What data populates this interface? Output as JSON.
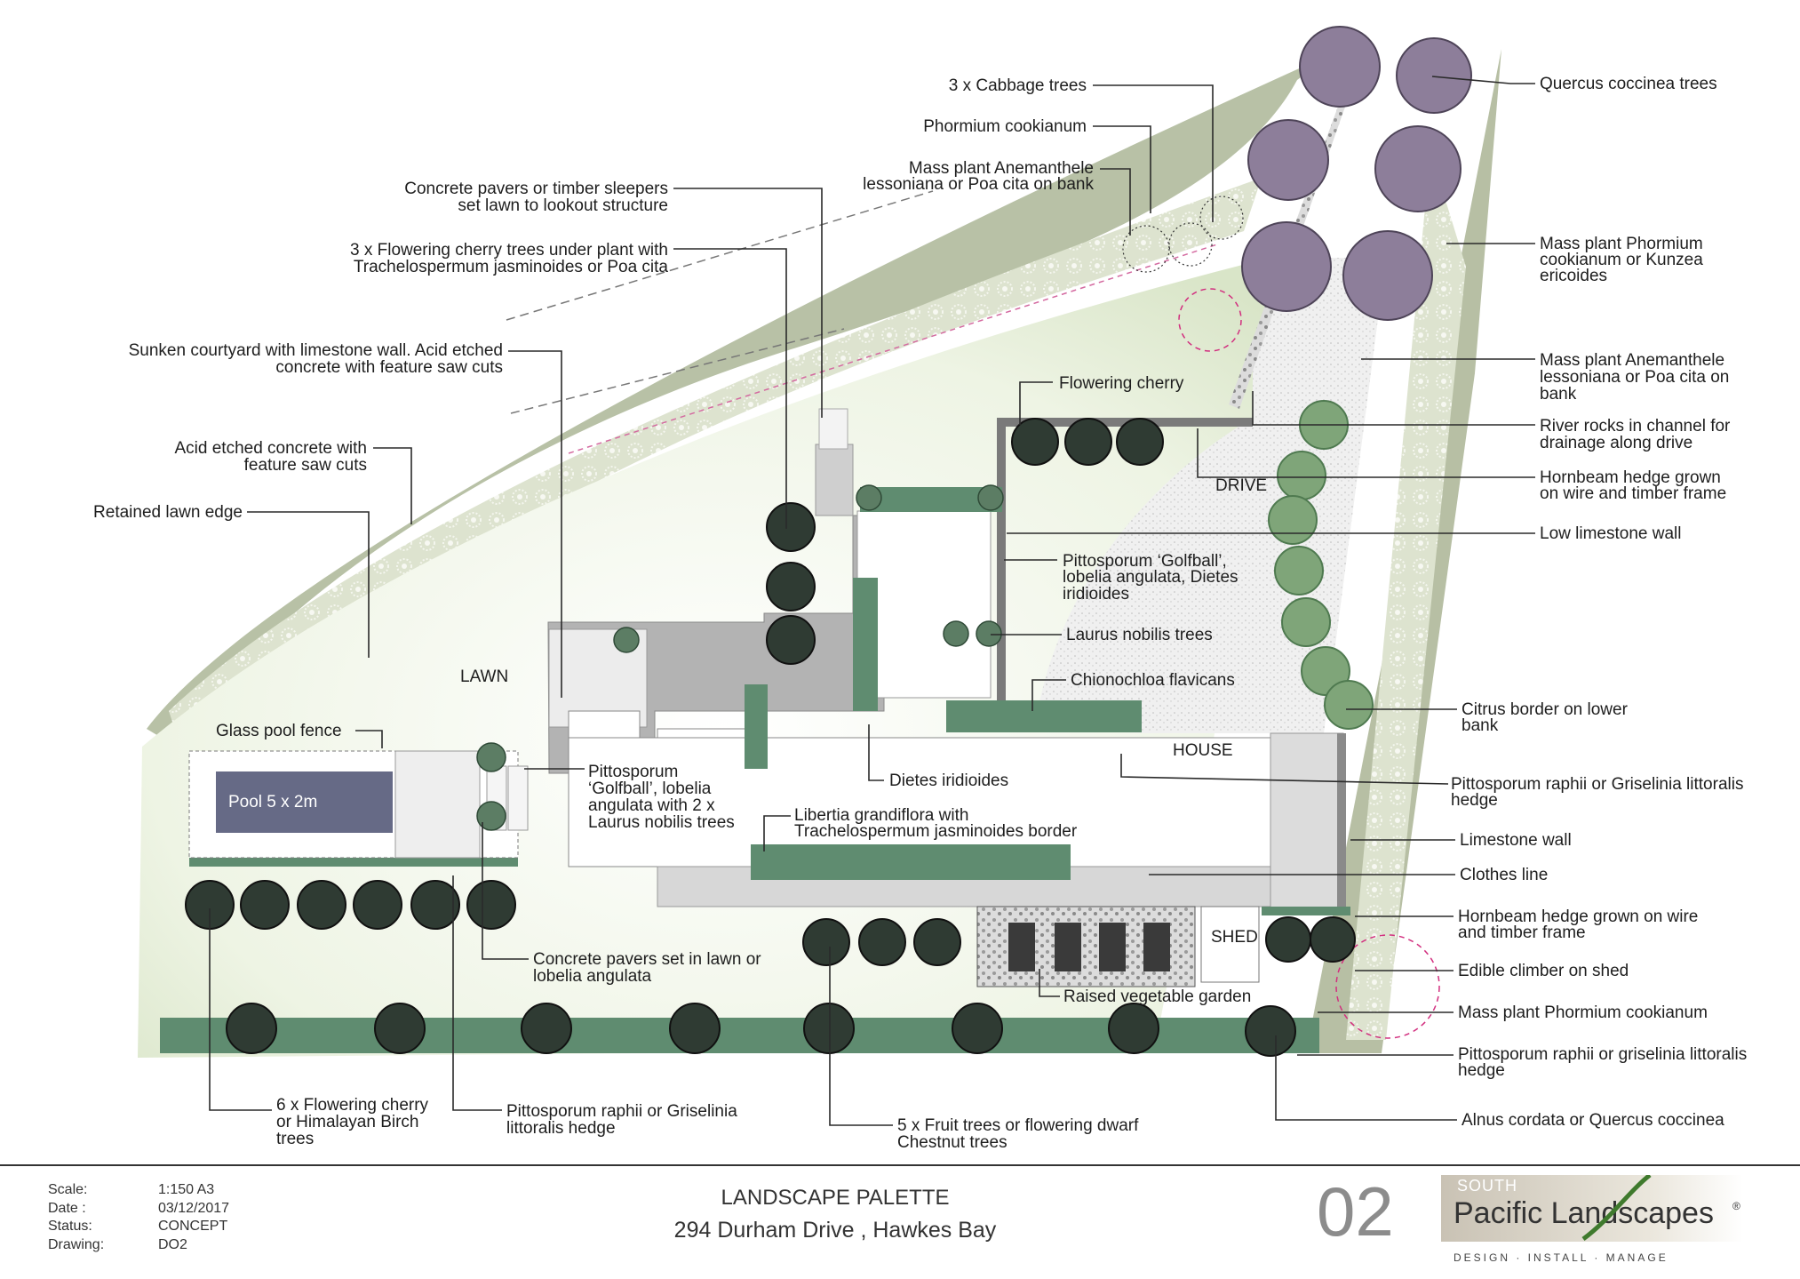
{
  "plan": {
    "site_labels": {
      "lawn": "LAWN",
      "drive": "DRIVE",
      "house": "HOUSE",
      "shed": "SHED",
      "pool": "Pool 5 x 2m"
    },
    "callouts": {
      "cabbage_trees": "3 x Cabbage trees",
      "phormium_cookianum": "Phormium cookianum",
      "mass_anemanthele_1": "Mass plant Anemanthele",
      "mass_anemanthele_2": "lessoniana or Poa cita on bank",
      "pavers_sleepers_1": "Concrete pavers or timber sleepers",
      "pavers_sleepers_2": "set lawn to lookout structure",
      "cherry_underplant_1": "3 x Flowering cherry trees under plant with",
      "cherry_underplant_2": "Trachelospermum jasminoides  or Poa cita",
      "sunken_courtyard_1": "Sunken courtyard with limestone wall. Acid etched",
      "sunken_courtyard_2": "concrete with feature saw cuts",
      "acid_etched_1": "Acid etched concrete with",
      "acid_etched_2": "feature saw cuts",
      "retained_lawn": "Retained lawn edge",
      "flowering_cherry": "Flowering cherry",
      "pittosporum_golfball_r1": "Pittosporum ‘Golfball’,",
      "pittosporum_golfball_r2": "lobelia angulata, Dietes",
      "pittosporum_golfball_r3": "iridioides",
      "laurus_trees": "Laurus nobilis trees",
      "chionochloa": "Chionochloa flavicans",
      "glass_fence": "Glass pool fence",
      "pittosporum_golfball_l1": "Pittosporum",
      "pittosporum_golfball_l2": "‘Golfball’, lobelia",
      "pittosporum_golfball_l3": "angulata with  2 x",
      "pittosporum_golfball_l4": "Laurus nobilis trees",
      "dietes": "Dietes iridioides",
      "libertia_1": "Libertia grandiflora with",
      "libertia_2": "Trachelospermum jasminoides  border",
      "raised_veg": "Raised vegetable garden",
      "pavers_lawn_1": "Concrete pavers set in lawn or",
      "pavers_lawn_2": "lobelia angulata",
      "six_cherry_1": "6 x Flowering cherry",
      "six_cherry_2": "or Himalayan Birch",
      "six_cherry_3": "trees",
      "pitto_hedge_bottom_1": "Pittosporum  raphii or Griselinia",
      "pitto_hedge_bottom_2": "littoralis hedge",
      "fruit_trees_1": "5 x Fruit trees or flowering dwarf",
      "fruit_trees_2": "Chestnut trees",
      "quercus_trees": "Quercus coccinea trees",
      "mass_phormium_kunzea_1": "Mass plant Phormium",
      "mass_phormium_kunzea_2": "cookianum or Kunzea",
      "mass_phormium_kunzea_3": "ericoides",
      "mass_anemanthele_r1": "Mass plant Anemanthele",
      "mass_anemanthele_r2": "lessoniana or Poa cita on",
      "mass_anemanthele_r3": "bank",
      "river_rocks_1": "River rocks in channel  for",
      "river_rocks_2": "drainage along drive",
      "hornbeam_1": "Hornbeam hedge grown",
      "hornbeam_2": "on wire and timber frame",
      "low_limestone": "Low limestone wall",
      "citrus_1": "Citrus border  on lower",
      "citrus_2": "bank",
      "pitto_hedge_right_1": "Pittosporum  raphii or Griselinia littoralis",
      "pitto_hedge_right_2": "hedge",
      "limestone_wall": "Limestone wall",
      "clothes_line": "Clothes line",
      "hornbeam_shed_1": "Hornbeam hedge grown on wire",
      "hornbeam_shed_2": "and timber frame",
      "edible_climber": "Edible climber on shed",
      "mass_phormium": "Mass plant Phormium cookianum",
      "pitto_hedge_br_1": "Pittosporum  raphii or griselinia littoralis",
      "pitto_hedge_br_2": "hedge",
      "alnus": "Alnus cordata or Quercus coccinea"
    }
  },
  "title_block": {
    "scale_label": "Scale:",
    "scale_value": "1:150 A3",
    "date_label": "Date :",
    "date_value": "03/12/2017",
    "status_label": "Status:",
    "status_value": "CONCEPT",
    "drawing_label": "Drawing:",
    "drawing_value": "DO2",
    "title": "LANDSCAPE PALETTE",
    "address": "294 Durham Drive , Hawkes Bay",
    "sheet_number": "02"
  },
  "logo": {
    "line1": "SOUTH",
    "line2": "Pacific Landscapes",
    "registered": "®",
    "tagline": "DESIGN  ·  INSTALL  ·  MANAGE"
  },
  "colors": {
    "bank": "#b8c1a6",
    "lawn": "#e6efd9",
    "tree_dark": "#2f3b33",
    "tree_purple": "#8d7e9a",
    "tree_green": "#7fa579",
    "hedge": "#5f8c70",
    "paving": "#b7b7b7",
    "drive": "#e3e3e3",
    "pool": "#666a86"
  }
}
